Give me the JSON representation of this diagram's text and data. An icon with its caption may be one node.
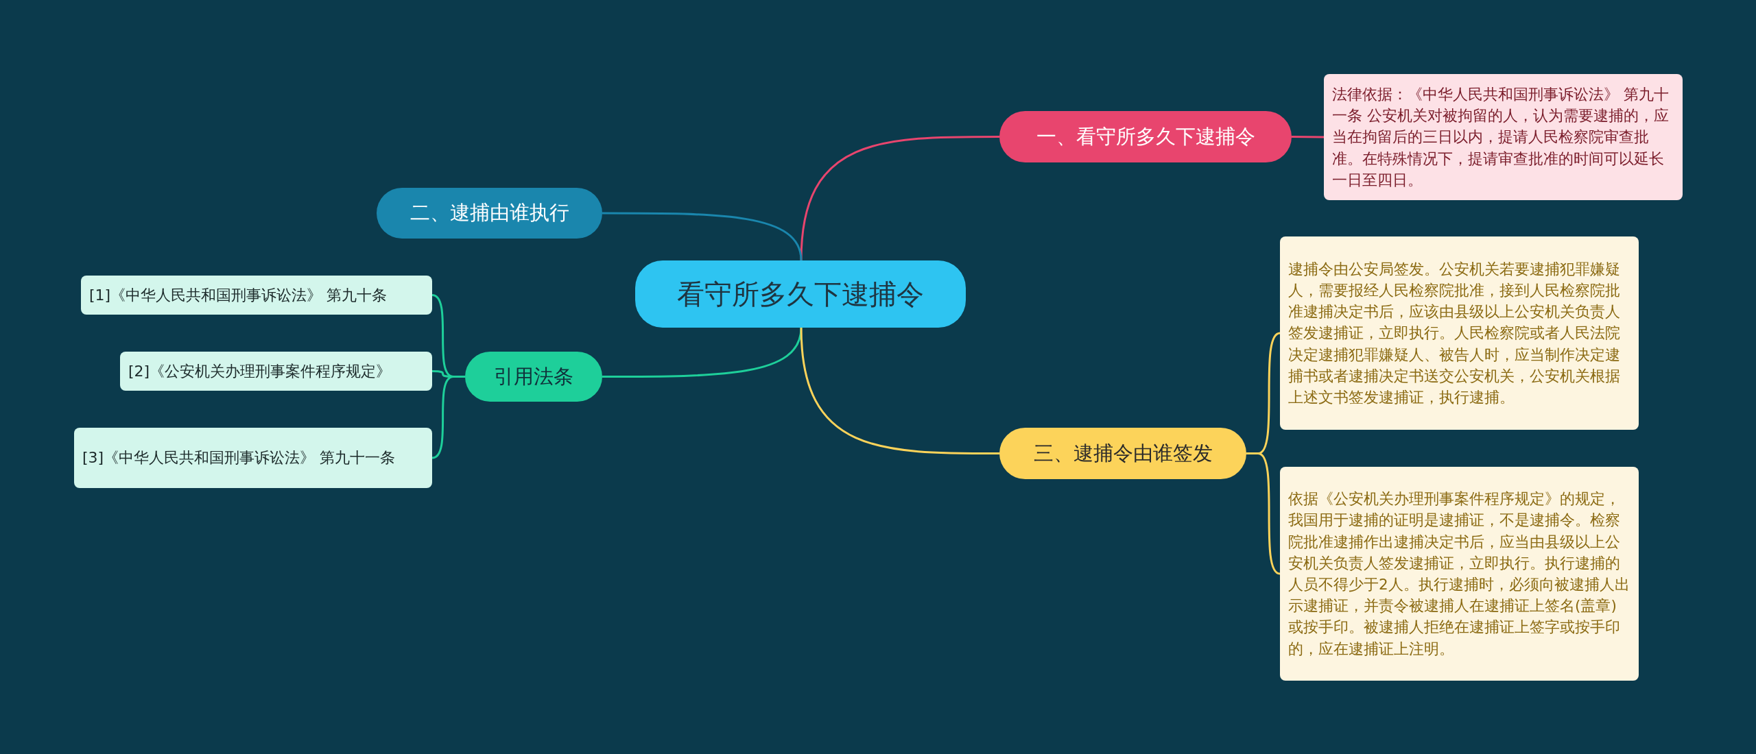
{
  "diagram": {
    "nodes": [
      {
        "text": [
          "看守所多久下逮捕令"
        ]
      },
      {
        "text": [
          "一、看守所多久下逮捕令"
        ]
      },
      {
        "text": [
          "法律依据：《中华人民共和国刑事诉讼法》 第九十一条 公安机关对被拘留的人，认为需要逮捕的，应当在拘留后的三日以内，提请人民检察院审查批准。在特殊情况下，提请审查批准的时间可以延长一日至四日。"
        ]
      },
      {
        "text": [
          "二、逮捕由谁执行"
        ]
      },
      {
        "text": [
          "引用法条"
        ]
      },
      {
        "text": [
          "[1]《中华人民共和国刑事诉讼法》 第九十条"
        ]
      },
      {
        "text": [
          "[2]《公安机关办理刑事案件程序规定》"
        ]
      },
      {
        "text": [
          "[3]《中华人民共和国刑事诉讼法》 第九十一条"
        ]
      },
      {
        "text": [
          "三、逮捕令由谁签发"
        ]
      },
      {
        "text": [
          "逮捕令由公安局签发。公安机关若要逮捕犯罪嫌疑人，需要报经人民检察院批准，接到人民检察院批准逮捕决定书后，应该由县级以上公安机关负责人签发逮捕证，立即执行。人民检察院或者人民法院决定逮捕犯罪嫌疑人、被告人时，应当制作决定逮捕书或者逮捕决定书送交公安机关，公安机关根据上述文书签发逮捕证，执行逮捕。"
        ]
      },
      {
        "text": [
          "依据《公安机关办理刑事案件程序规定》的规定，我国用于逮捕的证明是逮捕证，不是逮捕令。检察院批准逮捕作出逮捕决定书后，应当由县级以上公安机关负责人签发逮捕证，立即执行。执行逮捕的人员不得少于2人。执行逮捕时，必须向被逮捕人出示逮捕证，并责令被逮捕人在逮捕证上签名(盖章)或按手印。被逮捕人拒绝在逮捕证上签字或按手印的，应在逮捕证上注明。"
        ]
      }
    ],
    "edges": [
      {
        "from": 0,
        "to": 1,
        "arrow": "none",
        "color": "#e8456e"
      },
      {
        "from": 1,
        "to": 2,
        "arrow": "none",
        "color": "#e8456e"
      },
      {
        "from": 0,
        "to": 3,
        "arrow": "none",
        "color": "#1a86ad"
      },
      {
        "from": 0,
        "to": 4,
        "arrow": "none",
        "color": "#1ecf9a"
      },
      {
        "from": 4,
        "to": 5,
        "arrow": "none",
        "color": "#1ecf9a"
      },
      {
        "from": 4,
        "to": 6,
        "arrow": "none",
        "color": "#1ecf9a"
      },
      {
        "from": 4,
        "to": 7,
        "arrow": "none",
        "color": "#1ecf9a"
      },
      {
        "from": 0,
        "to": 8,
        "arrow": "none",
        "color": "#fcd35a"
      },
      {
        "from": 8,
        "to": 9,
        "arrow": "none",
        "color": "#fcd35a"
      },
      {
        "from": 8,
        "to": 10,
        "arrow": "none",
        "color": "#fcd35a"
      }
    ]
  }
}
